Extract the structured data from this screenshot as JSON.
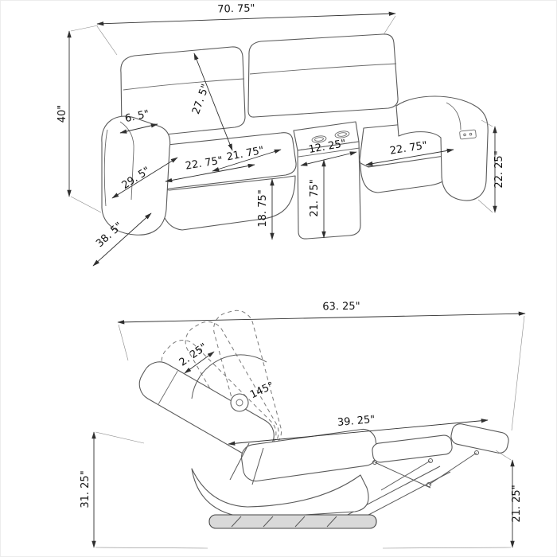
{
  "colors": {
    "background": "#ffffff",
    "line": "#5a5a5a",
    "dimension_line": "#2f2f2f",
    "text": "#111111"
  },
  "loveseat_view": {
    "dimensions": {
      "overall_width": "70. 75\"",
      "overall_height": "40\"",
      "back_height": "27. 5\"",
      "arm_top_width": "6. 5\"",
      "arm_depth": "29. 5\"",
      "left_seat_width": "22. 75\"",
      "seat_depth": "21. 75\"",
      "console_width": "12. 25\"",
      "right_seat_width": "22. 75\"",
      "arm_height": "22. 25\"",
      "seat_front_height": "18. 75\"",
      "console_front_height": "21. 75\"",
      "overall_depth": "38. 5\""
    }
  },
  "recliner_view": {
    "dimensions": {
      "reclined_length": "63. 25\"",
      "headrest_offset": "2. 25\"",
      "recline_angle": "145°",
      "footrest_length": "39. 25\"",
      "reclined_height": "31. 25\"",
      "footrest_height": "21. 25\""
    }
  }
}
